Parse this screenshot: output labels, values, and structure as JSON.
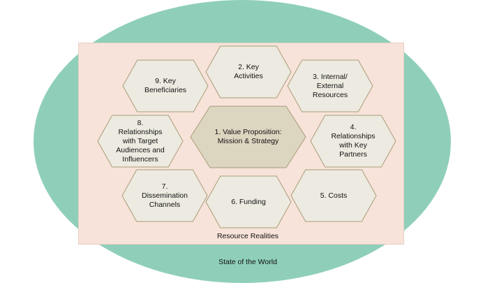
{
  "diagram": {
    "outer_label": "State of the World",
    "inner_label": "Resource Realities",
    "colors": {
      "ellipse": "#8fcfb9",
      "panel": "#f8e3da",
      "hex_fill": "#edeae1",
      "hex_center_fill": "#dcd5c0",
      "hex_stroke": "#a89c77"
    },
    "blocks": [
      {
        "id": "value-proposition",
        "text": "1. Value Proposition:\nMission & Strategy"
      },
      {
        "id": "key-activities",
        "text": "2. Key\nActivities"
      },
      {
        "id": "resources",
        "text": "3. Internal/\nExternal\nResources"
      },
      {
        "id": "key-partners",
        "text": "4.\nRelationships\nwith Key\nPartners"
      },
      {
        "id": "costs",
        "text": "5. Costs"
      },
      {
        "id": "funding",
        "text": "6. Funding"
      },
      {
        "id": "dissemination",
        "text": "7.\nDissemination\nChannels"
      },
      {
        "id": "target-audiences",
        "text": "8.\nRelationships\nwith Target\nAudiences and\nInfluencers"
      },
      {
        "id": "key-beneficiaries",
        "text": "9. Key\nBeneficiaries"
      }
    ]
  }
}
